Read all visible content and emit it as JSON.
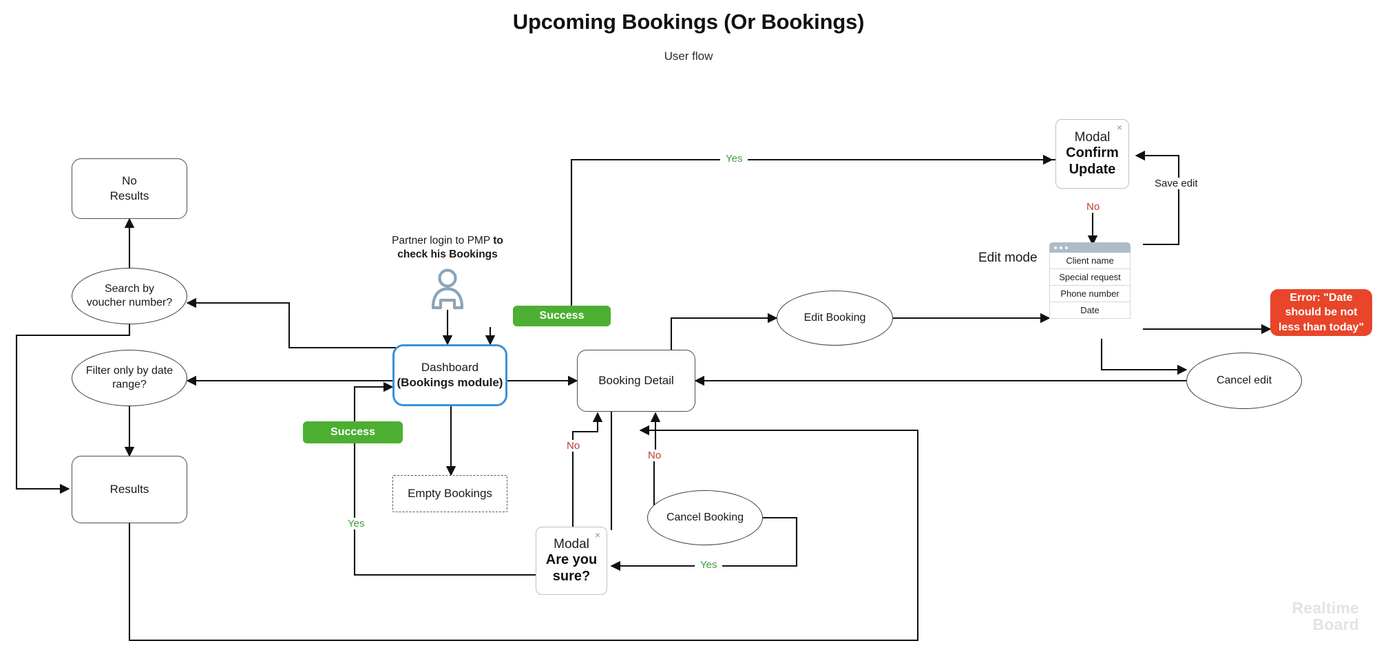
{
  "header": {
    "title": "Upcoming Bookings (Or Bookings)",
    "subtitle": "User flow"
  },
  "colors": {
    "accent_blue": "#3c91d6",
    "success_green": "#4caf32",
    "error_red": "#e8452a",
    "yes_label": "#3f9e3f",
    "no_label": "#c0392b",
    "node_stroke": "#4d4d4d",
    "modal_stroke": "#b6c2cc",
    "window_bar": "#aebcc9",
    "watermark": "#e3e3e3"
  },
  "nodes": {
    "no_results": "No\nResults",
    "no_results_line1": "No",
    "no_results_line2": "Results",
    "search_by_voucher": "Search by\nvoucher number?",
    "search_by_voucher_line1": "Search by",
    "search_by_voucher_line2": "voucher number?",
    "filter_by_date": "Filter only by date\nrange?",
    "filter_by_date_line1": "Filter only by date",
    "filter_by_date_line2": "range?",
    "results": "Results",
    "dashboard_line1": "Dashboard",
    "dashboard_line2": "(Bookings module)",
    "empty_bookings": "Empty Bookings",
    "booking_detail": "Booking Detail",
    "cancel_booking": "Cancel Booking",
    "edit_booking": "Edit Booking",
    "cancel_edit": "Cancel edit",
    "success_badge_left": "Success",
    "success_badge_center": "Success",
    "error_message": "Error: \"Date should be not less than today\""
  },
  "modals": {
    "confirm_update": {
      "kind": "Modal",
      "title_line1": "Confirm",
      "title_line2": "Update",
      "close": "×"
    },
    "are_you_sure": {
      "kind": "Modal",
      "title_line1": "Are you",
      "title_line2": "sure?",
      "close": "×"
    }
  },
  "edit_mode": {
    "label": "Edit mode",
    "fields": [
      "Client name",
      "Special request",
      "Phone number",
      "Date"
    ]
  },
  "actor": {
    "caption_line1": "Partner login to PMP ",
    "caption_line1_bold": "to",
    "caption_line2_bold": "check his Bookings"
  },
  "edge_labels": {
    "yes_top_right": "Yes",
    "no_under_confirm": "No",
    "save_edit": "Save edit",
    "no_booking_detail_left": "No",
    "no_booking_detail_right": "No",
    "yes_cancel_booking": "Yes",
    "yes_bottom_left": "Yes"
  },
  "watermark": {
    "line1": "Realtime",
    "line2": "Board"
  }
}
